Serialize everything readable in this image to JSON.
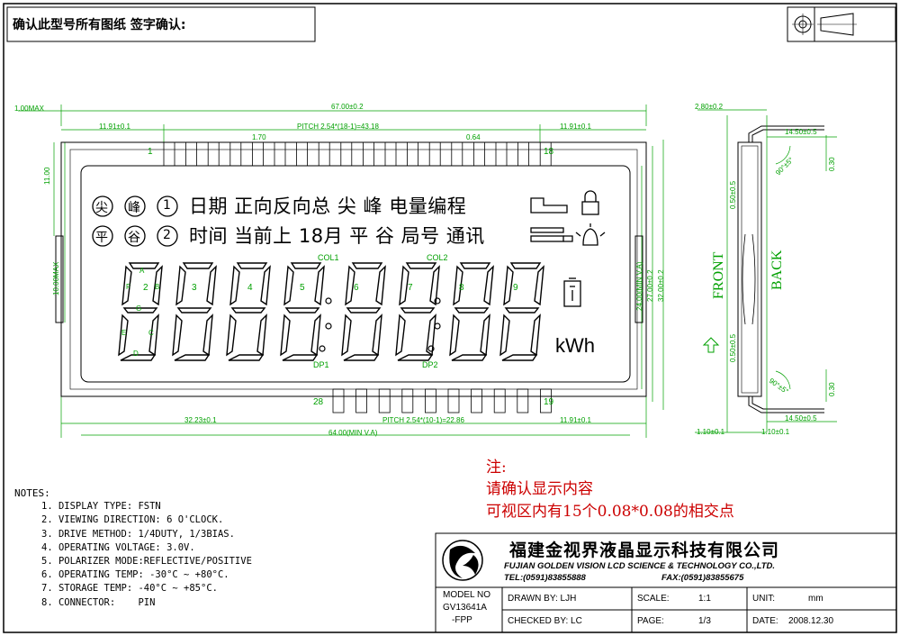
{
  "header": {
    "confirm_text": "确认此型号所有图纸 签字确认:"
  },
  "drawing": {
    "dimensions": {
      "total_width": "67.00±0.2",
      "thickness_max": "1.00MAX",
      "left_margin": "11.91±0.1",
      "right_margin": "11.91±0.1",
      "top_pitch": "PITCH 2.54*(18-1)=43.18",
      "pin_width_a": "1.70",
      "pin_width_b": "0.64",
      "height_11": "11.00",
      "height_10max": "10.00MAX",
      "va_height": "24.00(MIN V.A)",
      "height_27": "27.00±0.2",
      "height_32": "32.00±0.2",
      "bottom_left": "32.23±0.1",
      "bottom_pitch": "PITCH 2.54*(10-1)=22.86",
      "bottom_right": "11.91±0.1",
      "va_width": "64.00(MIN V.A)"
    },
    "pin_labels": {
      "p1": "1",
      "p18": "18",
      "p28": "28",
      "p19": "19"
    },
    "lcd": {
      "row1_icons": [
        "尖",
        "峰",
        "①"
      ],
      "row2_icons": [
        "平",
        "谷",
        "②"
      ],
      "row1_text": "日期 正向反向总 尖 峰 电量编程",
      "row2_text": "时间 当前上 18月 平 谷 局号 通讯",
      "digit_labels": [
        "2",
        "3",
        "4",
        "5",
        "6",
        "7",
        "8",
        "9"
      ],
      "seg_letters": [
        "A",
        "B",
        "C",
        "D",
        "E",
        "F",
        "G"
      ],
      "col1": "COL1",
      "col2": "COL2",
      "dp1": "DP1",
      "dp2": "DP2",
      "unit": "kWh"
    },
    "side": {
      "dim_280": "2.80±0.2",
      "dim_1450_top": "14.50±0.5",
      "dim_030_top": "0.30",
      "angle_top": "90°±5°",
      "dim_050_a": "0.50±0.5",
      "dim_050_b": "0.50±0.5",
      "angle_bottom": "90°±5°",
      "dim_030_bottom": "0.30",
      "dim_1450_bottom": "14.50±0.5",
      "dim_110_left": "1.10±0.1",
      "dim_110_right": "1.10±0.1",
      "front": "FRONT",
      "back": "BACK"
    }
  },
  "notes": {
    "title": "NOTES:",
    "items": [
      "1. DISPLAY TYPE: FSTN",
      "2. VIEWING DIRECTION: 6 O'CLOCK.",
      "3. DRIVE METHOD: 1/4DUTY, 1/3BIAS.",
      "4. OPERATING VOLTAGE: 3.0V.",
      "5. POLARIZER MODE:REFLECTIVE/POSITIVE",
      "6. OPERATING TEMP: -30°C ~ +80°C.",
      "7. STORAGE TEMP: -40°C ~ +85°C.",
      "8. CONNECTOR:    PIN"
    ]
  },
  "remark": {
    "title": "注:",
    "line1": "请确认显示内容",
    "line2": "可视区内有15个0.08*0.08的相交点"
  },
  "company": {
    "name_cn": "福建金视界液晶显示科技有限公司",
    "name_en": "FUJIAN GOLDEN VISION LCD SCIENCE & TECHNOLOGY CO.,LTD.",
    "tel": "TEL:(0591)83855888",
    "fax": "FAX:(0591)83855675"
  },
  "title_block": {
    "model_label": "MODEL NO",
    "model_value": "GV13641A",
    "model_suffix": "-FPP",
    "drawn_by": "DRAWN BY: LJH",
    "checked_by": "CHECKED BY: LC",
    "scale_label": "SCALE:",
    "scale_value": "1:1",
    "page_label": "PAGE:",
    "page_value": "1/3",
    "unit_label": "UNIT:",
    "unit_value": "mm",
    "date_label": "DATE:",
    "date_value": "2008.12.30"
  },
  "colors": {
    "dim": "#00a000",
    "ink": "#000000",
    "remark": "#cc0000"
  }
}
